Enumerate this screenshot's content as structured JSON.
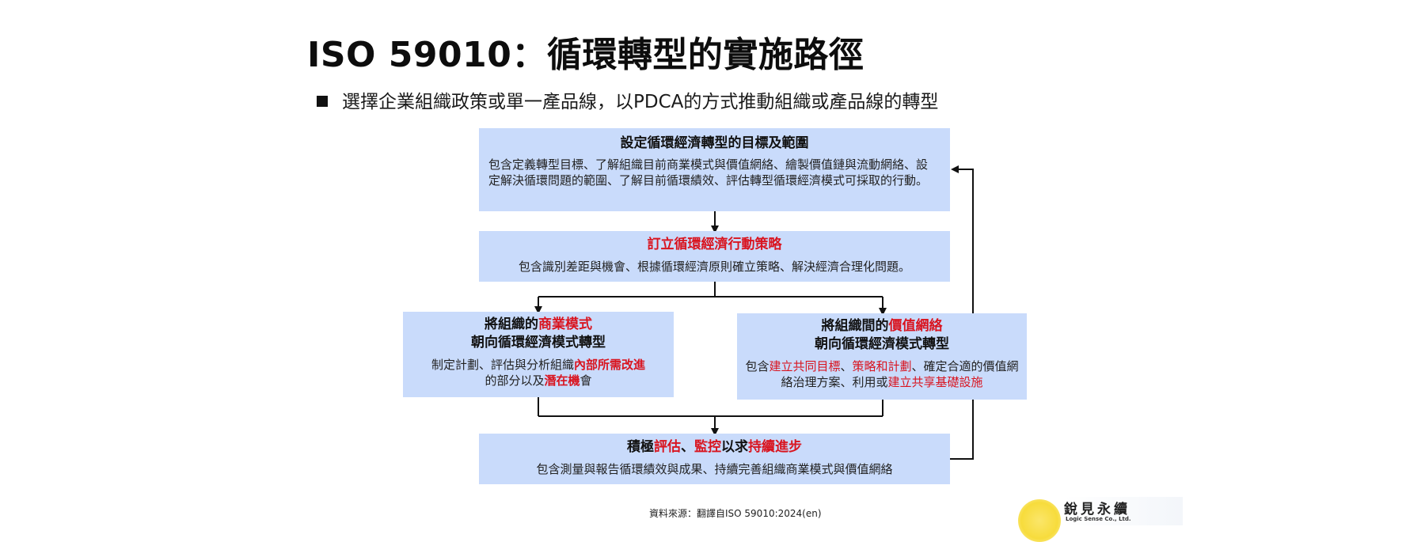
{
  "slide": {
    "title": "ISO 59010：循環轉型的實施路徑",
    "bullet": "選擇企業組織政策或單一產品線，以PDCA的方式推動組織或產品線的轉型",
    "source": "資料來源：翻譯自ISO 59010:2024(en)"
  },
  "colors": {
    "box_fill": "#c9dbfb",
    "highlight_red": "#d9141f",
    "text": "#111111"
  },
  "flow": {
    "step1": {
      "heading": "設定循環經濟轉型的目標及範圍",
      "body": "包含定義轉型目標、了解組織目前商業模式與價值網絡、繪製價值鏈與流動網絡、設定解決循環問題的範圍、了解目前循環績效、評估轉型循環經濟模式可採取的行動。"
    },
    "step2": {
      "heading": "訂立循環經濟行動策略",
      "body": "包含識別差距與機會、根據循環經濟原則確立策略、解決經濟合理化問題。"
    },
    "step3a": {
      "heading_pre": "將組織的",
      "heading_red": "商業模式",
      "heading_line2": "朝向循環經濟模式轉型",
      "body_pre": "制定計劃、評估與分析組織",
      "body_red1": "內部所需改進",
      "body_mid": "的部分以及",
      "body_red2": "潛在機",
      "body_post": "會"
    },
    "step3b": {
      "heading_pre": "將組織間的",
      "heading_red": "價值網絡",
      "heading_line2": "朝向循環經濟模式轉型",
      "body_pre": "包含",
      "body_red1": "建立共同目標",
      "body_sep1": "、",
      "body_red2": "策略和計劃",
      "body_mid": "、確定合適的價值網絡治理方案、利用或",
      "body_red3": "建立共享基礎設施"
    },
    "step4": {
      "heading_pre": "積極",
      "heading_red1": "評估",
      "heading_sep": "、",
      "heading_red2": "監控",
      "heading_mid": "以求",
      "heading_red3": "持續進步",
      "body": "包含測量與報告循環績效與成果、持續完善組織商業模式與價值網絡"
    }
  },
  "logo": {
    "name_zh": "銳見永續",
    "name_en": "Logic Sense Co., Ltd."
  }
}
